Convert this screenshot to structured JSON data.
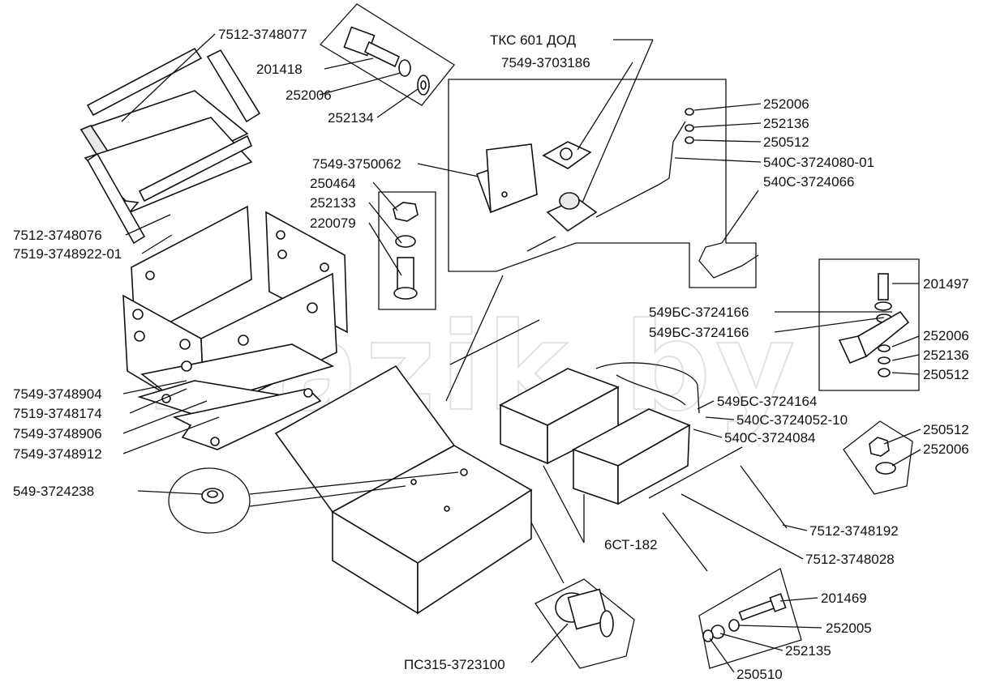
{
  "watermark": "mazik.by",
  "labels": [
    "7512-3748077",
    "201418",
    "252006",
    "252134",
    "ТКС 601 ДОД",
    "7549-3703186",
    "252006",
    "252136",
    "250512",
    "540С-3724080-01",
    "540С-3724066",
    "7549-3750062",
    "250464",
    "252133",
    "220079",
    "7512-3748076",
    "7519-3748922-01",
    "201497",
    "549БС-3724166",
    "549БС-3724166",
    "252006",
    "252136",
    "250512",
    "7549-3748904",
    "7519-3748174",
    "7549-3748906",
    "7549-3748912",
    "549БС-3724164",
    "540С-3724052-10",
    "540С-3724084",
    "250512",
    "252006",
    "549-3724238",
    "7512-3748192",
    "6СТ-182",
    "7512-3748028",
    "201469",
    "252005",
    "252135",
    "250510",
    "ПС315-3723100"
  ]
}
